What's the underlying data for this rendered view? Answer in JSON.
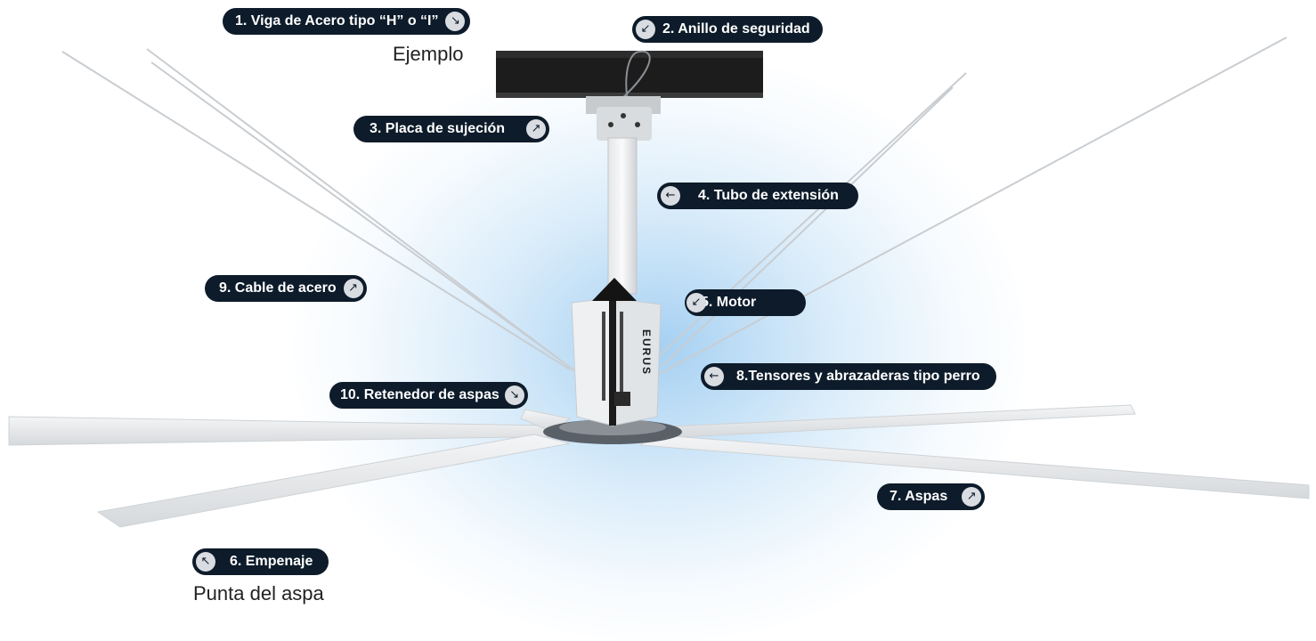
{
  "labels": {
    "l1": {
      "text": "1. Viga de Acero tipo “H” o “I”",
      "arrow": "↘"
    },
    "l2": {
      "text": "2. Anillo de seguridad",
      "arrow": "↙"
    },
    "l3": {
      "text": "3. Placa de sujeción",
      "arrow": "↗"
    },
    "l4": {
      "text": "4. Tubo de extensión",
      "arrow": "←"
    },
    "l5": {
      "text": "5. Motor",
      "arrow": "↙"
    },
    "l6": {
      "text": "6. Empenaje",
      "arrow": "↖"
    },
    "l7": {
      "text": "7. Aspas",
      "arrow": "↗"
    },
    "l8": {
      "text": "8.Tensores y abrazaderas tipo perro",
      "arrow": "←"
    },
    "l9": {
      "text": "9. Cable de acero",
      "arrow": "↗"
    },
    "l10": {
      "text": "10. Retenedor de aspas",
      "arrow": "↘"
    }
  },
  "captions": {
    "example": "Ejemplo",
    "blade_tip": "Punta del aspa"
  },
  "motor_brand": "EURUS",
  "colors": {
    "label_bg": "#0d1b2a",
    "label_text": "#ffffff",
    "arrow_bg": "#d9dde2",
    "glow": "#9ccbef"
  }
}
